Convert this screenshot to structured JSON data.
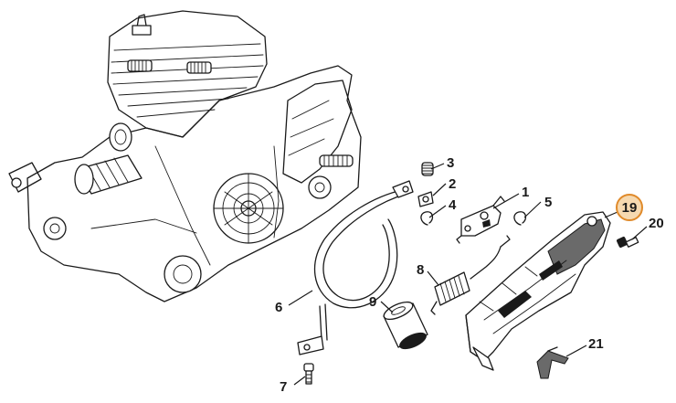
{
  "callouts": [
    {
      "id": "1",
      "label": "1"
    },
    {
      "id": "2",
      "label": "2"
    },
    {
      "id": "3",
      "label": "3"
    },
    {
      "id": "4",
      "label": "4"
    },
    {
      "id": "5",
      "label": "5"
    },
    {
      "id": "6",
      "label": "6"
    },
    {
      "id": "7",
      "label": "7"
    },
    {
      "id": "8",
      "label": "8"
    },
    {
      "id": "9",
      "label": "9"
    },
    {
      "id": "19",
      "label": "19",
      "highlighted": true
    },
    {
      "id": "20",
      "label": "20"
    },
    {
      "id": "21",
      "label": "21"
    }
  ],
  "colors": {
    "highlight_fill": "#f6d9b0",
    "highlight_stroke": "#e08a2a",
    "line": "#1a1a1a"
  }
}
